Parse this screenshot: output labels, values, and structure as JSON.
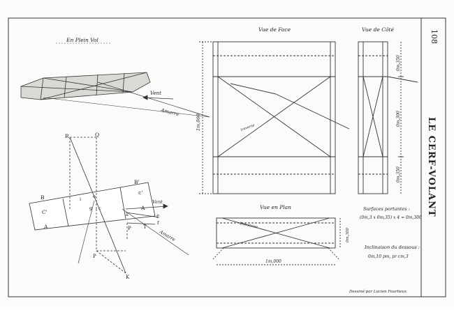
{
  "page": {
    "page_number": "108",
    "side_title": "LE CERF-VOLANT",
    "credit": "Dessiné par Lucien Fourtieux"
  },
  "views": {
    "in_flight": "En Plein Vol",
    "front": "Vue de Face",
    "side": "Vue de Côté",
    "plan": "Vue en Plan"
  },
  "labels": {
    "vent": "Vent",
    "amarre": "Amarre",
    "traverse": "traverse",
    "entretoise": "Entretoise",
    "front_height": "1m,000",
    "side_dim_top": "0m,350",
    "side_dim_mid": "0m,300",
    "side_dim_bottom": "0m,350",
    "plan_depth": "0m,300",
    "plan_width": "1m,000"
  },
  "geometry_labels": {
    "R": "R",
    "Q": "Q",
    "B": "B",
    "B_prime": "B'",
    "C_prime": "C'",
    "c_prime": "c'",
    "A_left": "A",
    "A_right": "A",
    "c": "c",
    "g": "g",
    "a": "a",
    "i": "i",
    "f": "f",
    "f_prime": "f'",
    "P_upper": "P",
    "P_lower": "P",
    "T": "T",
    "K": "K",
    "vent2": "Vent",
    "amarre2": "Amarre",
    "o": "o"
  },
  "notes": {
    "surfaces_title": "Surfaces portantes :",
    "surfaces_formula": "(0m,3 x 0m,35) x 4 = 0m,300",
    "dos_title": "Inclinaison du dessous :",
    "dos_value": "0m,10 pm,  pr cm,3"
  }
}
